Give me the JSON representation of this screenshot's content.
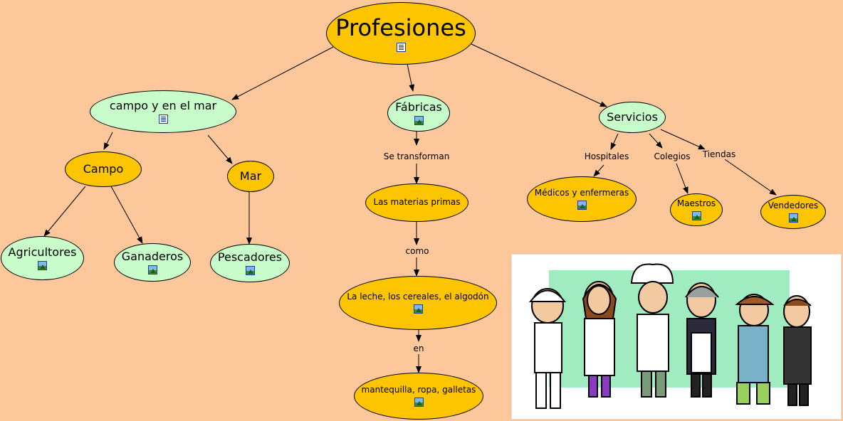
{
  "nodes": {
    "profesiones": {
      "label": "Profesiones",
      "icon": "document-icon"
    },
    "campo_mar": {
      "label": "campo y en el mar",
      "icon": "document-icon"
    },
    "fabricas": {
      "label": "Fábricas",
      "icon": "image-icon"
    },
    "servicios": {
      "label": "Servicios"
    },
    "campo": {
      "label": "Campo"
    },
    "mar": {
      "label": "Mar"
    },
    "agricultores": {
      "label": "Agricultores",
      "icon": "image-icon"
    },
    "ganaderos": {
      "label": "Ganaderos",
      "icon": "image-icon"
    },
    "pescadores": {
      "label": "Pescadores",
      "icon": "image-icon"
    },
    "materias": {
      "label": "Las materias primas"
    },
    "leche": {
      "label": "La leche, los cereales, el algodón",
      "icon": "image-icon"
    },
    "mantequilla": {
      "label": "mantequilla, ropa, galletas",
      "icon": "image-icon"
    },
    "medicos": {
      "label": "Médicos y enfermeras",
      "icon": "image-icon"
    },
    "maestros": {
      "label": "Maestros",
      "icon": "image-icon"
    },
    "vendedores": {
      "label": "Vendedores",
      "icon": "image-icon"
    }
  },
  "link_labels": {
    "se_transforman": "Se transforman",
    "como": "como",
    "en": "en",
    "hospitales": "Hospitales",
    "colegios": "Colegios",
    "tiendas": "Tiendas"
  },
  "colors": {
    "background": "#fcc89b",
    "gold_node": "#fcc500",
    "green_node": "#c8fccb"
  },
  "illustration": {
    "icon": "professions-cartoon-illustration"
  }
}
